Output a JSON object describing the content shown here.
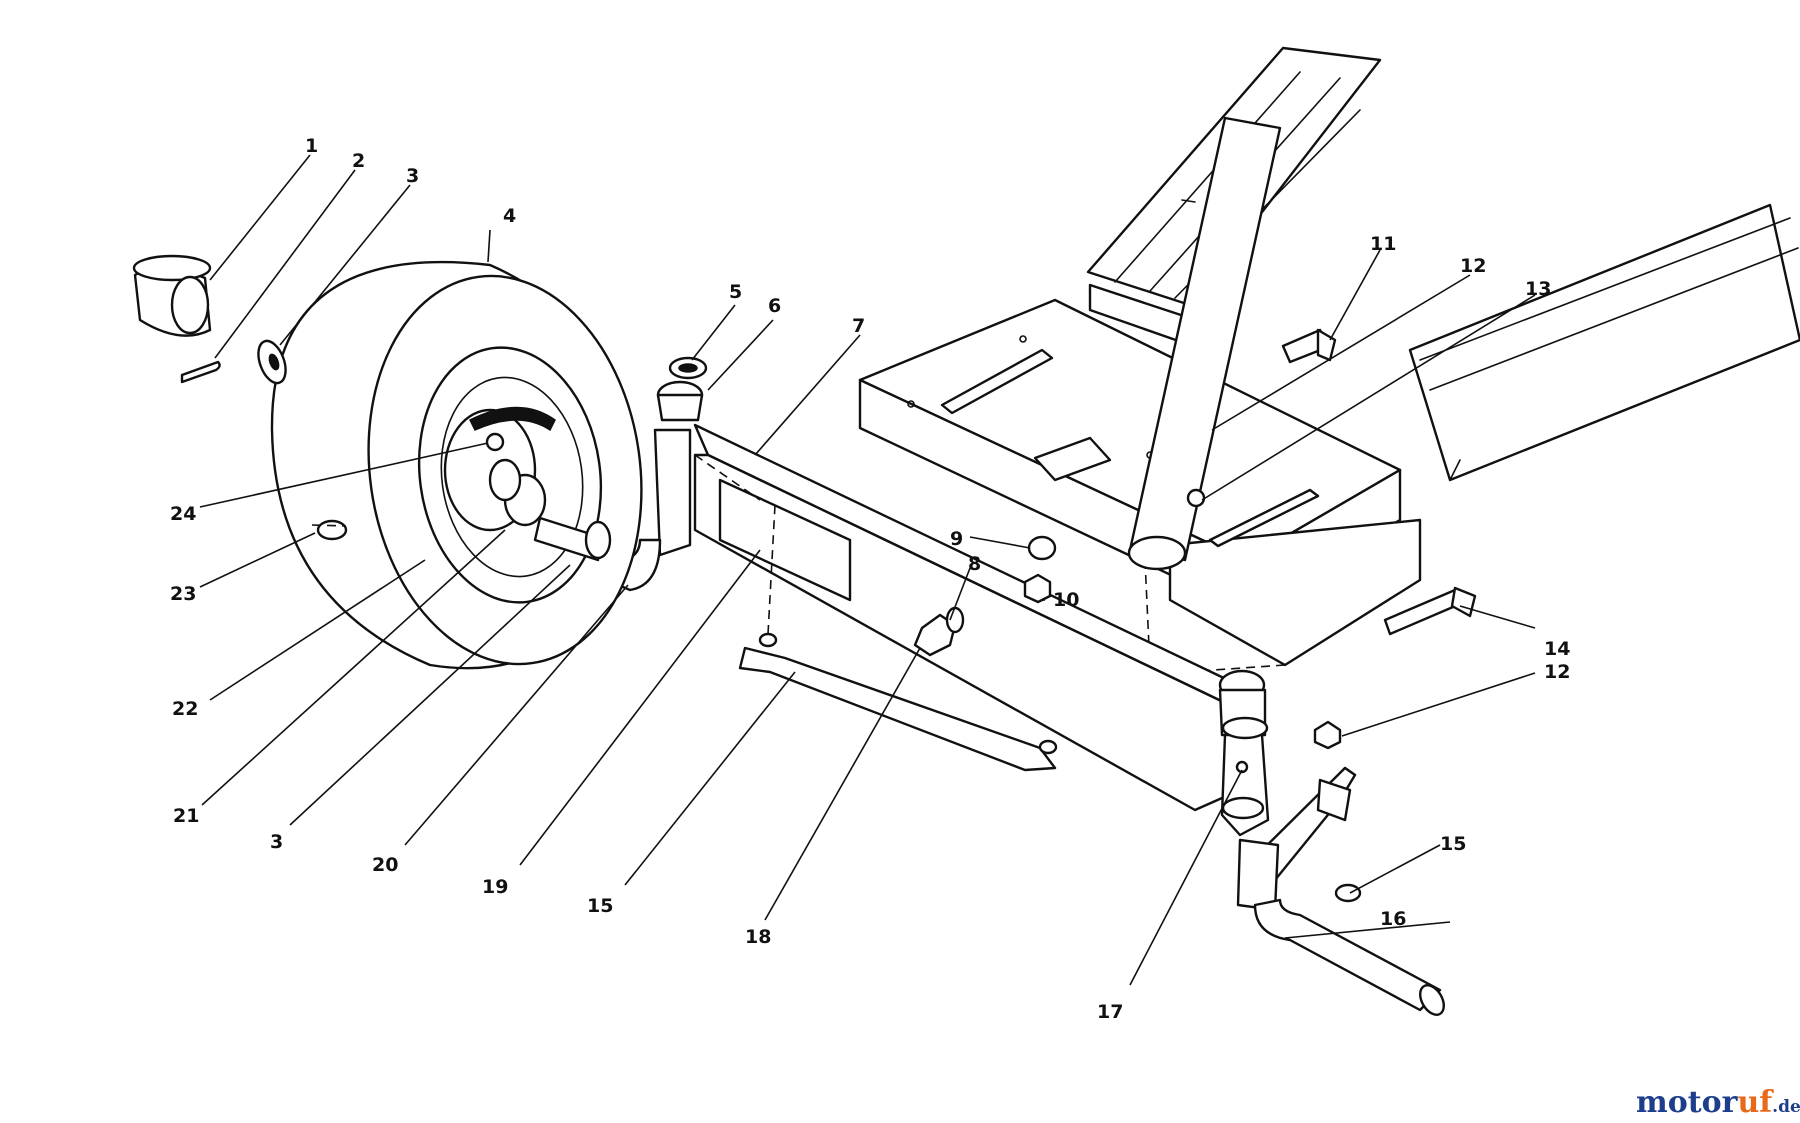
{
  "diagram": {
    "part_labels": [
      "1",
      "2",
      "3",
      "4",
      "5",
      "6",
      "7",
      "8",
      "9",
      "10",
      "11",
      "12",
      "13",
      "14",
      "12",
      "15",
      "16",
      "17",
      "18",
      "15",
      "19",
      "20",
      "3",
      "21",
      "22",
      "23",
      "24"
    ]
  },
  "watermark": {
    "text_main": "motor",
    "text_accent": "uf",
    "text_suffix": ".de",
    "colors": {
      "primary": "#1d3e8a",
      "accent": "#e8691c"
    }
  }
}
